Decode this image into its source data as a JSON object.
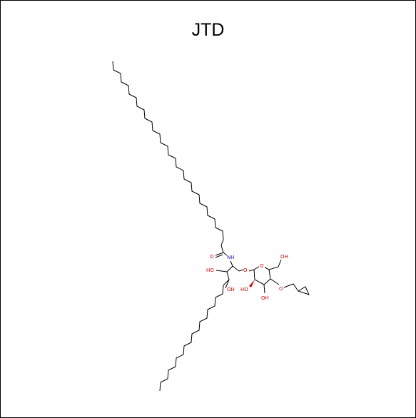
{
  "title": "JTD",
  "colors": {
    "bond": "#000000",
    "oxygen": "#e00000",
    "nitrogen": "#2020e0",
    "border": "#000000",
    "background": "#ffffff"
  },
  "labels": {
    "o_carbonyl": "O",
    "nh": "NH",
    "ho_c3": "HO",
    "oh_c4": "OH",
    "o_link": "O",
    "o_ring": "O",
    "oh_c6": "OH",
    "ho_c2": "HO",
    "oh_c3p": "OH",
    "o_ether": "O"
  }
}
